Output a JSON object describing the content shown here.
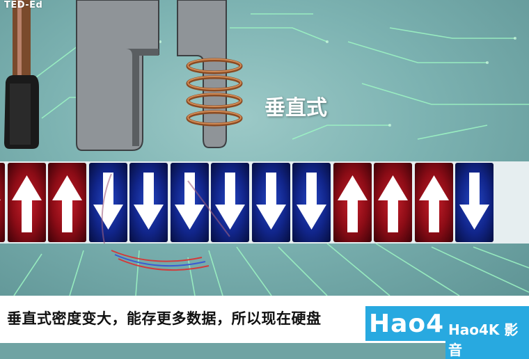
{
  "watermark_top": "TED-Ed",
  "recording_type_label": "垂直式",
  "magnetic_strip": {
    "cells": [
      "up",
      "up",
      "up",
      "down",
      "down",
      "down",
      "down",
      "down",
      "down",
      "up",
      "up",
      "up",
      "down"
    ]
  },
  "subtitle": "垂直式密度变大，能存更多数据，所以现在硬盘",
  "logo": {
    "big": "Hao4",
    "small": "Hao4K 影音"
  },
  "colors": {
    "up": "#b01823",
    "down": "#1b3cb8",
    "logo_bg": "#28a9e0",
    "circuit": "#7dffa8"
  }
}
